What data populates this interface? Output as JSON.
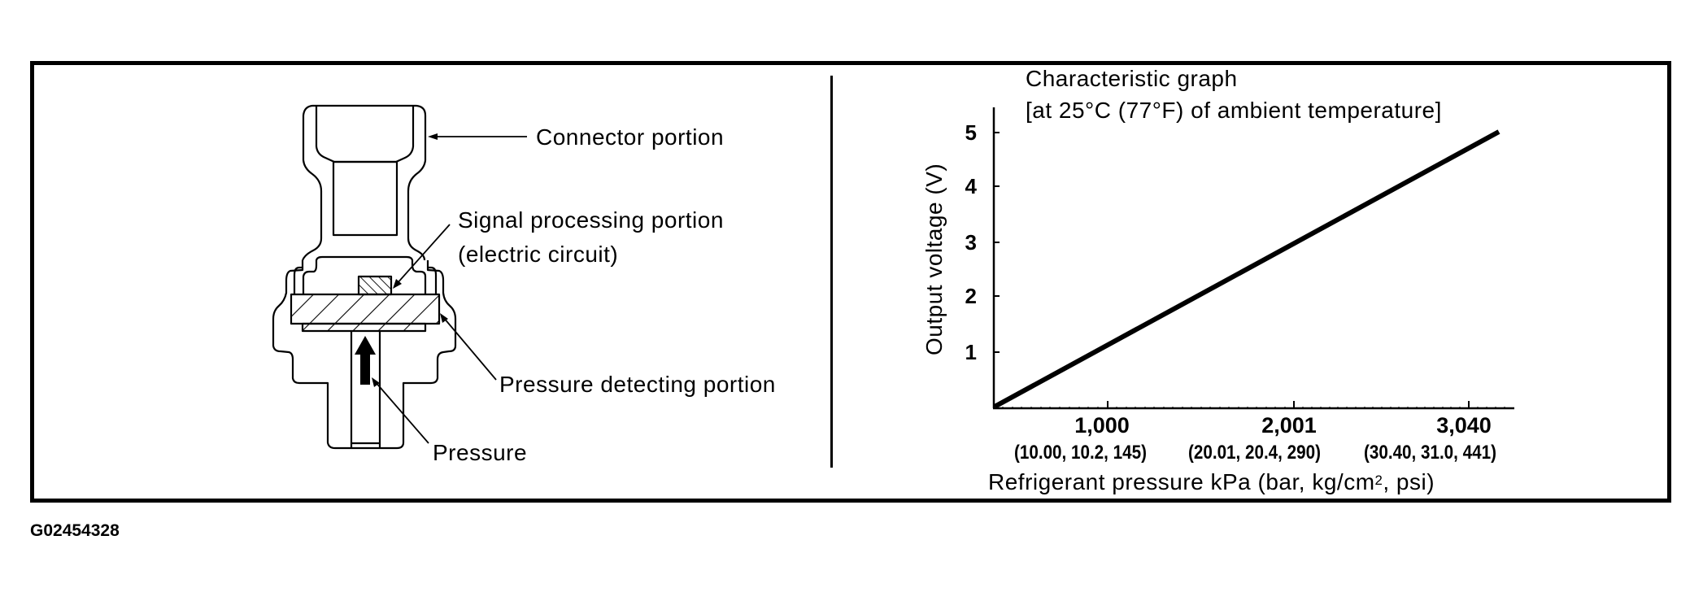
{
  "figure_id": "G02454328",
  "sensor_diagram": {
    "labels": {
      "connector": "Connector portion",
      "signal_processing_line1": "Signal processing portion",
      "signal_processing_line2": "(electric circuit)",
      "pressure_detecting": "Pressure detecting portion",
      "pressure": "Pressure"
    }
  },
  "graph": {
    "title_line1": "Characteristic graph",
    "title_line2": "[at 25°C (77°F) of ambient temperature]",
    "y_axis_label": "Output voltage (V)",
    "y_ticks": [
      "5",
      "4",
      "3",
      "2",
      "1"
    ],
    "x_ticks": [
      {
        "kpa": "1,000",
        "sub": "(10.00, 10.2, 145)"
      },
      {
        "kpa": "2,001",
        "sub": "(20.01, 20.4, 290)"
      },
      {
        "kpa": "3,040",
        "sub": "(30.40, 31.0, 441)"
      }
    ],
    "x_axis_label_pre": "Refrigerant pressure kPa (bar, kg/cm",
    "x_axis_label_sup": "2",
    "x_axis_label_post": ", psi)"
  },
  "chart_data": {
    "type": "line",
    "title": "Characteristic graph [at 25°C (77°F) of ambient temperature]",
    "xlabel": "Refrigerant pressure kPa (bar, kg/cm2, psi)",
    "ylabel": "Output voltage (V)",
    "x_tick_labels": [
      "1,000 (10.00, 10.2, 145)",
      "2,001 (20.01, 20.4, 290)",
      "3,040 (30.40, 31.0, 441)"
    ],
    "y_tick_labels": [
      "1",
      "2",
      "3",
      "4",
      "5"
    ],
    "ylim": [
      0,
      5.3
    ],
    "xlim": [
      360,
      3460
    ],
    "grid": false,
    "legend": null,
    "series": [
      {
        "name": "Output voltage",
        "x": [
          360,
          1000,
          2001,
          3040,
          3220
        ],
        "y": [
          0.0,
          1.12,
          2.87,
          4.69,
          5.0
        ]
      }
    ]
  }
}
